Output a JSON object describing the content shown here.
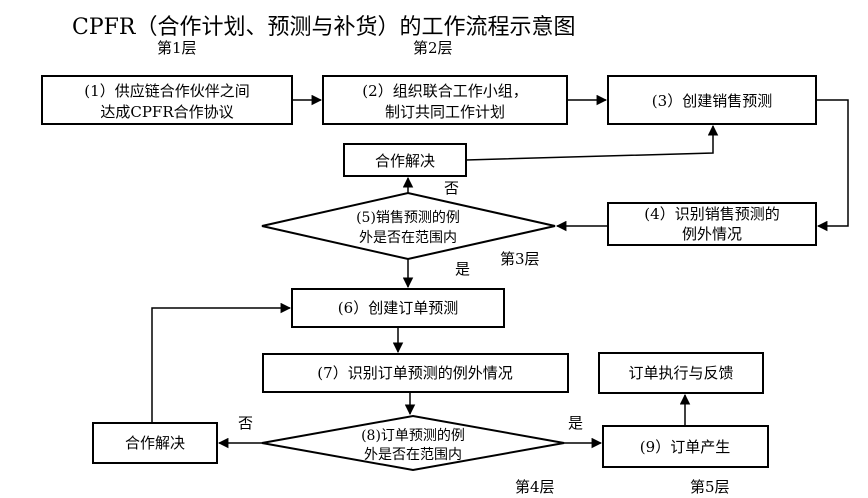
{
  "title": "CPFR（合作计划、预测与补货）的工作流程示意图",
  "layers": {
    "l1": "第1层",
    "l2": "第2层",
    "l3": "第3层",
    "l4": "第4层",
    "l5": "第5层"
  },
  "nodes": {
    "step1_line1": "(1）供应链合作伙伴之间",
    "step1_line2": "达成CPFR合作协议",
    "step2_line1": "(2）组织联合工作小组，",
    "step2_line2": "制订共同工作计划",
    "step3": "(3）创建销售预测",
    "resolve_top": "合作解决",
    "decision5_line1": "(5)销售预测的例",
    "decision5_line2": "外是否在范围内",
    "step4_line1": "(4）识别销售预测的",
    "step4_line2": "例外情况",
    "step6": "(6）创建订单预测",
    "step7": "(7）识别订单预测的例外情况",
    "resolve_bottom": "合作解决",
    "decision8_line1": "(8)订单预测的例",
    "decision8_line2": "外是否在范围内",
    "step9": "(9）订单产生",
    "execution": "订单执行与反馈"
  },
  "edge_labels": {
    "d5_no": "否",
    "d5_yes": "是",
    "d8_no": "否",
    "d8_yes": "是"
  }
}
